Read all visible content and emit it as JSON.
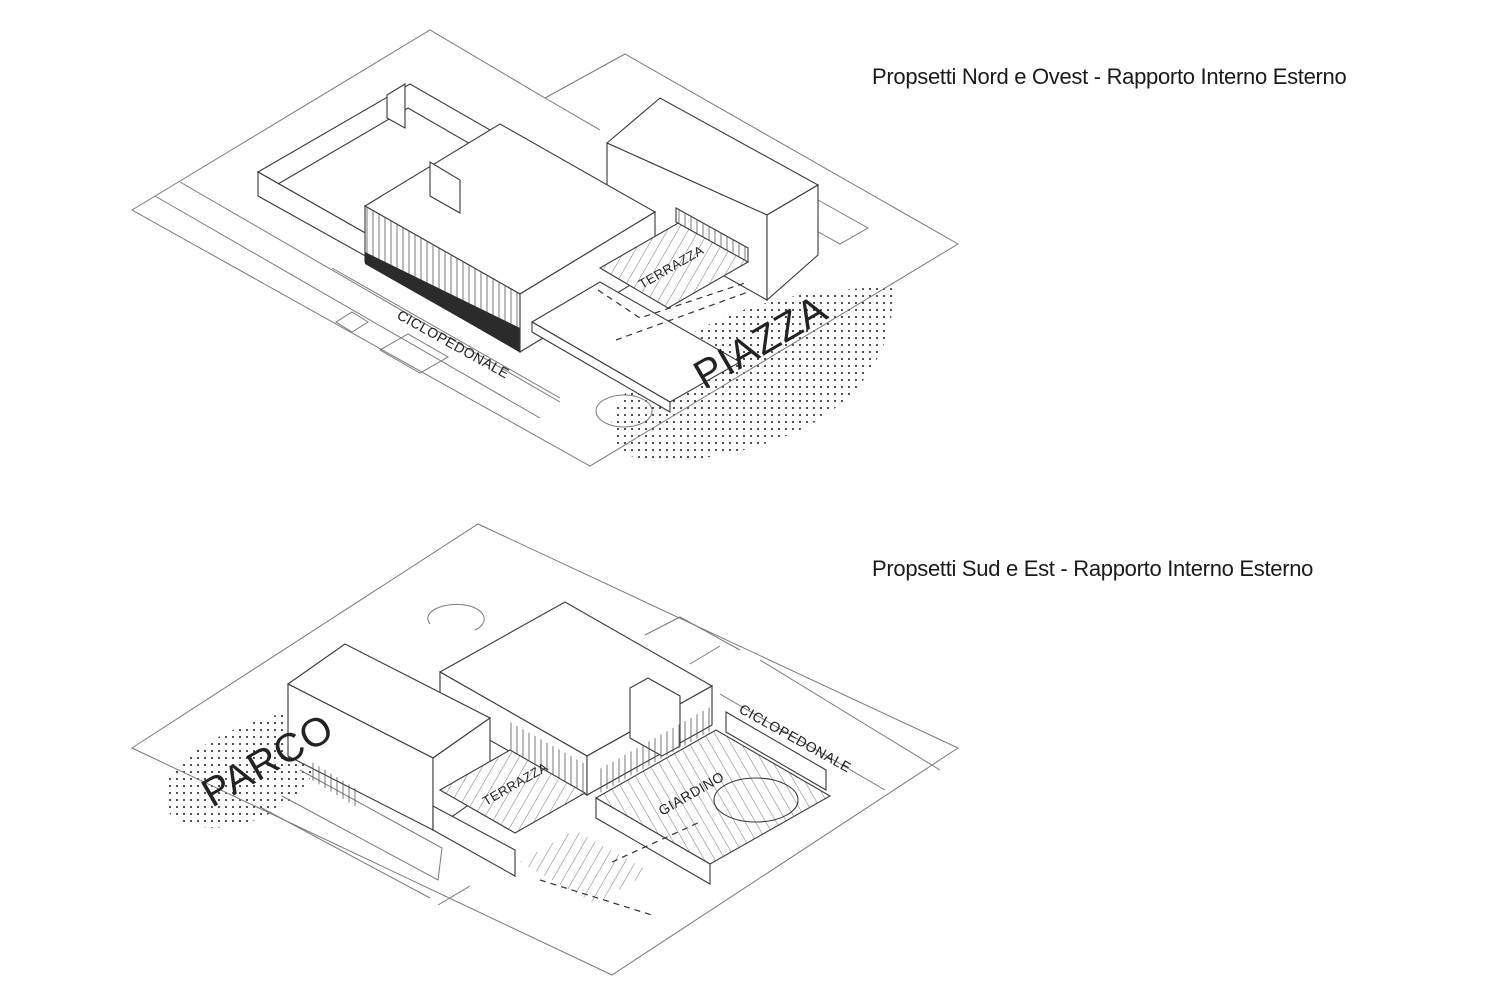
{
  "panels": [
    {
      "title": "Propsetti Nord e Ovest - Rapporto Interno Esterno",
      "labels": {
        "terrazza": "TERRAZZA",
        "ciclopedonale": "CICLOPEDONALE",
        "piazza": "PIAZZA"
      }
    },
    {
      "title": "Propsetti Sud e Est - Rapporto Interno Esterno",
      "labels": {
        "parco": "PARCO",
        "terrazza": "TERRAZZA",
        "giardino": "GIARDINO",
        "ciclopedonale": "CICLOPEDONALE"
      }
    }
  ],
  "colors": {
    "line": "#3a3a3a",
    "site_line": "#7a7a7a",
    "dot_pattern": "#222222",
    "dark_facade": "#2b2b2b"
  }
}
